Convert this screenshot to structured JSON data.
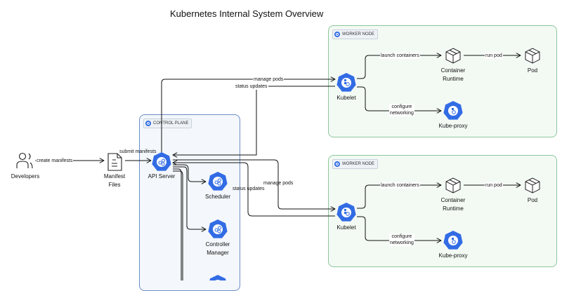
{
  "title": "Kubernetes Internal System Overview",
  "colors": {
    "k8s_blue": "#326ce5",
    "control_plane_border": "#6b8cc7",
    "control_plane_bg": "#f4f7fb",
    "worker_border": "#8cc79a",
    "worker_bg": "#f3faf4",
    "edge": "#111111"
  },
  "actors": {
    "developers": {
      "label": "Developers",
      "icon": "users-icon"
    },
    "manifest": {
      "label": "Manifest\nFiles",
      "line1": "Manifest",
      "line2": "Files",
      "icon": "document-icon"
    }
  },
  "control_plane": {
    "tag": "CONTROL PLANE",
    "components": {
      "api_server": {
        "label": "API Server",
        "icon": "kubernetes-api-icon"
      },
      "scheduler": {
        "label": "Scheduler",
        "icon": "kubernetes-sched-icon"
      },
      "controller_manager": {
        "label": "Controller Manager",
        "line1": "Controller",
        "line2": "Manager",
        "icon": "kubernetes-cm-icon"
      }
    }
  },
  "worker_nodes": [
    {
      "tag": "WORKER NODE",
      "kubelet": {
        "label": "Kubelet",
        "icon": "kubelet-icon"
      },
      "runtime": {
        "label": "Container Runtime",
        "line1": "Container",
        "line2": "Runtime",
        "icon": "cube-icon"
      },
      "pod": {
        "label": "Pod",
        "icon": "cube-icon"
      },
      "kube_proxy": {
        "label": "Kube-proxy",
        "icon": "kube-proxy-icon"
      },
      "edges": {
        "launch": "launch containers",
        "run": "run pod",
        "configure_1": "configure",
        "configure_2": "networking"
      }
    },
    {
      "tag": "WORKER NODE",
      "kubelet": {
        "label": "Kubelet",
        "icon": "kubelet-icon"
      },
      "runtime": {
        "label": "Container Runtime",
        "line1": "Container",
        "line2": "Runtime",
        "icon": "cube-icon"
      },
      "pod": {
        "label": "Pod",
        "icon": "cube-icon"
      },
      "kube_proxy": {
        "label": "Kube-proxy",
        "icon": "kube-proxy-icon"
      },
      "edges": {
        "launch": "launch containers",
        "run": "run pod",
        "configure_1": "configure",
        "configure_2": "networking"
      }
    }
  ],
  "edges": {
    "create_manifests": "create manifests",
    "submit_manifests": "submit manifests",
    "manage_pods_1": "manage pods",
    "status_updates_1": "status updates",
    "manage_pods_2": "manage pods",
    "status_updates_2": "status updates"
  }
}
